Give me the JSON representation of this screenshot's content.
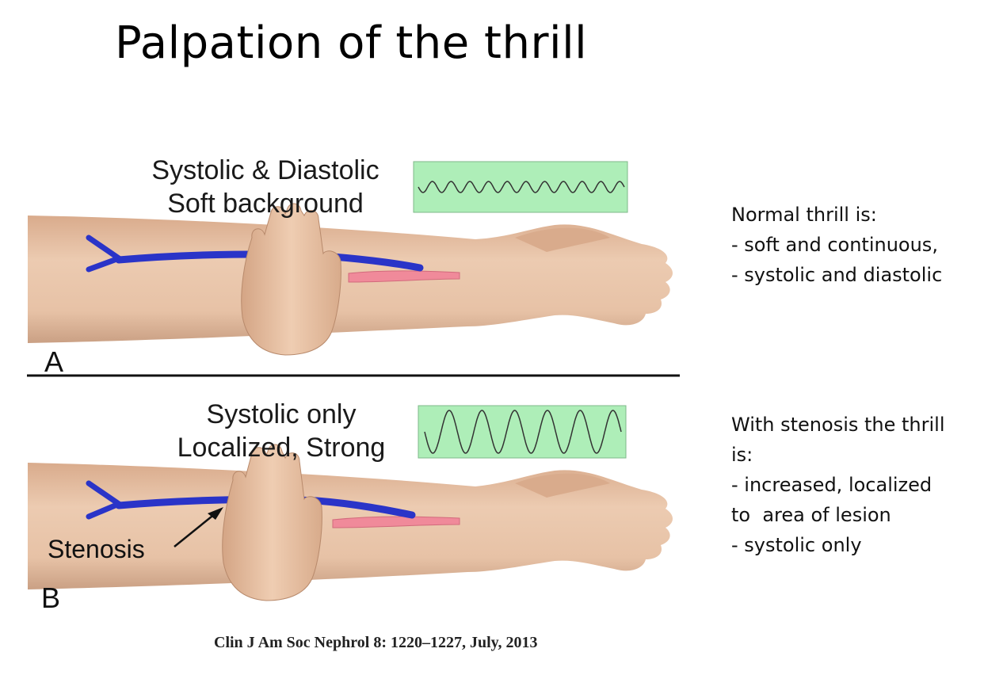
{
  "title": "Palpation of the thrill",
  "panels": [
    {
      "letter": "A",
      "caption_line1": "Systolic & Diastolic",
      "caption_line2": "Soft background",
      "waveform": "low-amplitude continuous"
    },
    {
      "letter": "B",
      "caption_line1": "Systolic only",
      "caption_line2": "Localized, Strong",
      "waveform": "high-amplitude systolic",
      "stenosis_label": "Stenosis"
    }
  ],
  "notes": {
    "normal": [
      "Normal thrill is:",
      "- soft and continuous,",
      "- systolic and diastolic"
    ],
    "stenosis": [
      "With stenosis the thrill",
      "is:",
      "- increased, localized",
      "to  area of lesion",
      "- systolic only"
    ]
  },
  "citation": "Clin J Am Soc Nephrol 8: 1220–1227, July, 2013",
  "colors": {
    "skin": "#e8bfa0",
    "skin_shadow": "#c99878",
    "vein": "#2a34c8",
    "artery": "#f08a9a",
    "waveform_box": "#aeeeb8",
    "divider": "#111111"
  }
}
